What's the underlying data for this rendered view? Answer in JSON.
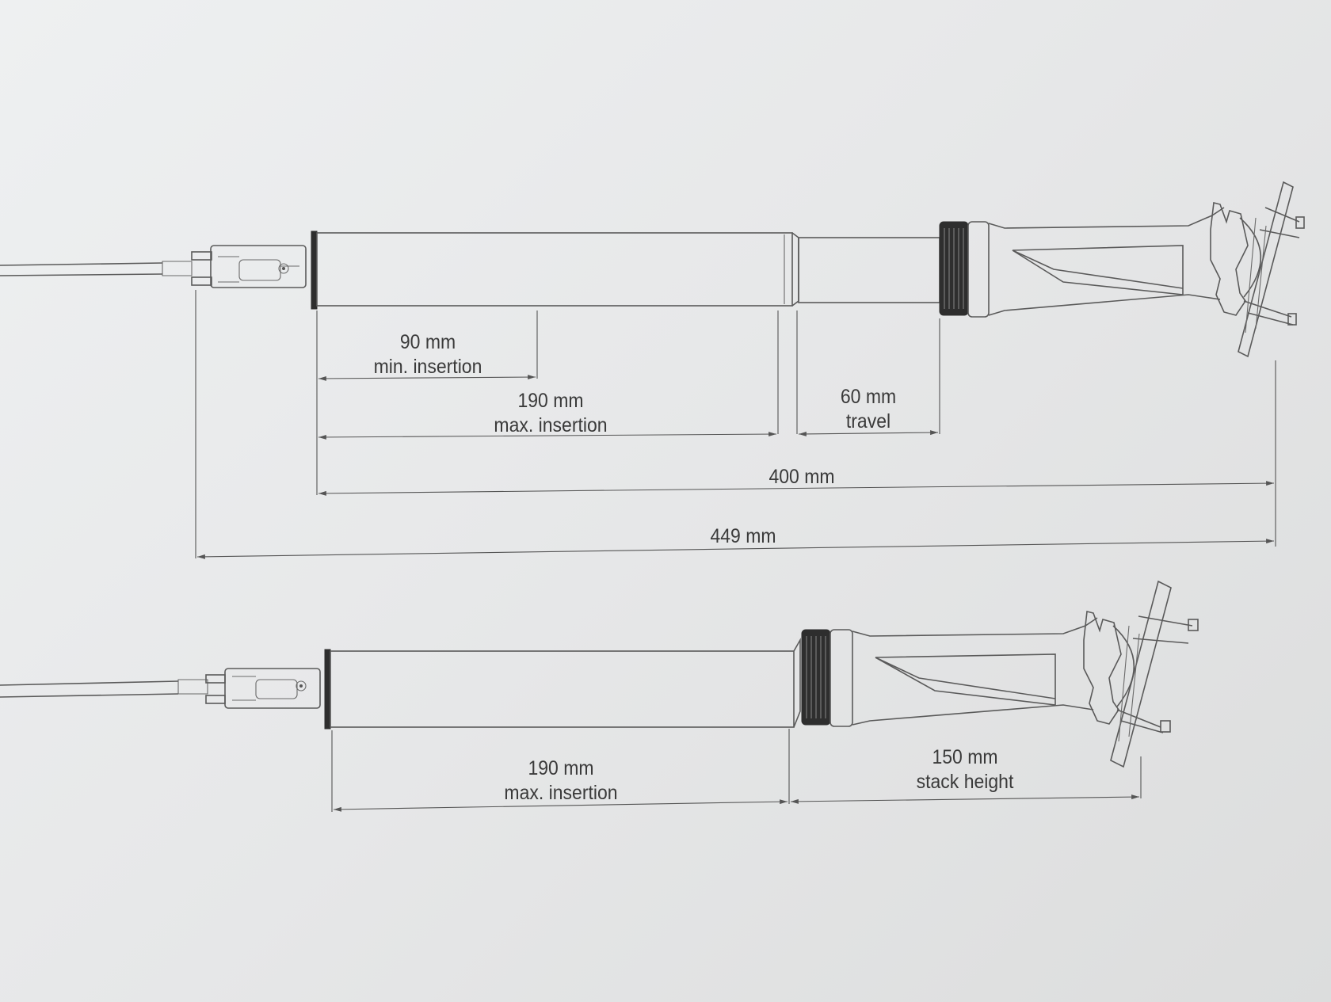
{
  "extended_view": {
    "min_insertion": {
      "value": "90 mm",
      "label": "min. insertion"
    },
    "max_insertion": {
      "value": "190 mm",
      "label": "max. insertion"
    },
    "travel": {
      "value": "60 mm",
      "label": "travel"
    },
    "length_without_clamp": {
      "value": "400 mm"
    },
    "total_length": {
      "value": "449 mm"
    }
  },
  "compressed_view": {
    "max_insertion": {
      "value": "190 mm",
      "label": "max. insertion"
    },
    "stack_height": {
      "value": "150 mm",
      "label": "stack height"
    }
  }
}
